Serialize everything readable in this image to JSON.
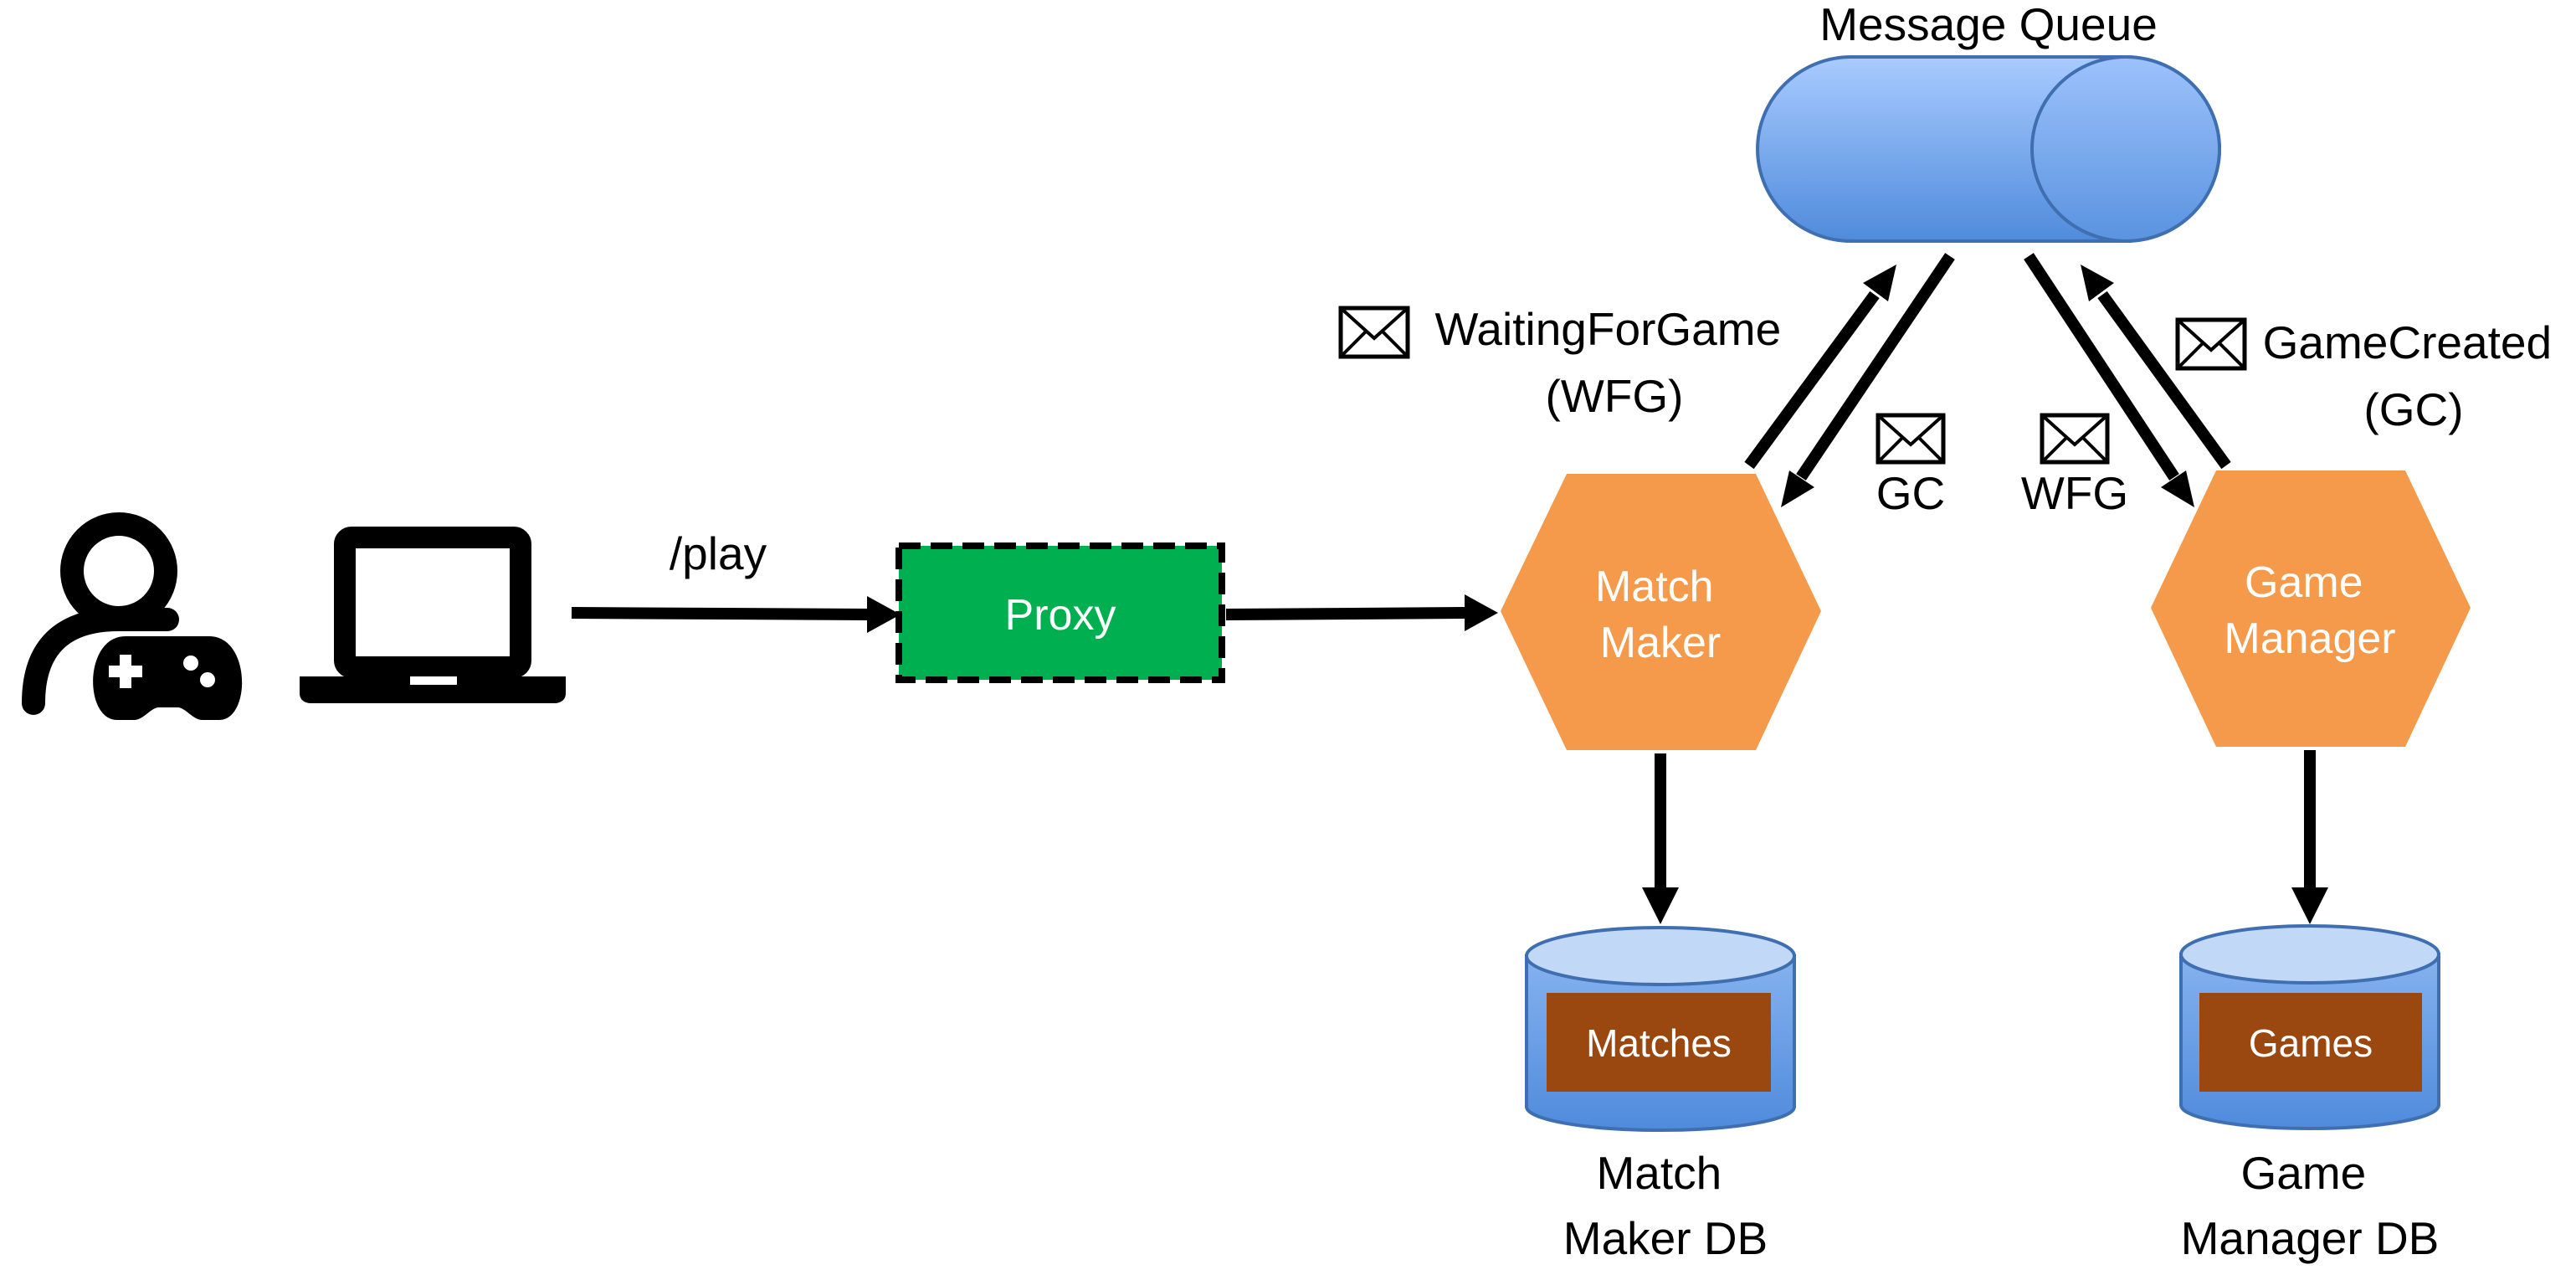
{
  "diagram": {
    "request_label": "/play",
    "proxy_label": "Proxy",
    "match_maker_label": [
      "Match",
      "Maker"
    ],
    "game_manager_label": [
      "Game",
      "Manager"
    ],
    "queue_label": "Message Queue",
    "msg_wfg_label": [
      "WaitingForGame",
      "(WFG)"
    ],
    "msg_gc_label": [
      "GameCreated",
      "(GC)"
    ],
    "small_gc_label": "GC",
    "small_wfg_label": "WFG",
    "match_db_table": "Matches",
    "match_db_label": [
      "Match",
      "Maker DB"
    ],
    "game_db_table": "Games",
    "game_db_label": [
      "Game",
      "Manager DB"
    ],
    "icons": [
      "player-gamepad-icon",
      "laptop-icon",
      "envelope-icon"
    ],
    "colors": {
      "proxy": "#00b050",
      "service": "#f5994a",
      "queue": "#8fb8f5",
      "db": "#7aa9ea",
      "table": "#9a4710"
    }
  }
}
